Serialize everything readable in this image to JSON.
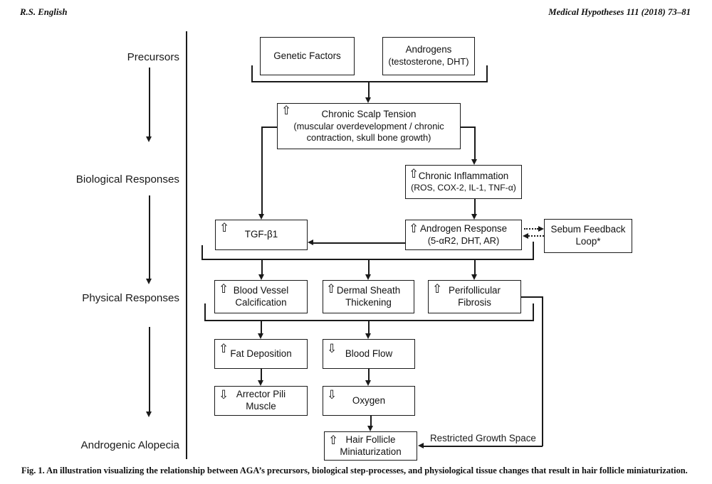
{
  "header": {
    "author": "R.S. English",
    "journal": "Medical Hypotheses 111 (2018) 73–81"
  },
  "icons": {
    "up_arrow": "⇧",
    "down_arrow": "⇩"
  },
  "stages": [
    {
      "label": "Precursors"
    },
    {
      "label": "Biological Responses"
    },
    {
      "label": "Physical Responses"
    },
    {
      "label": "Androgenic Alopecia"
    }
  ],
  "nodes": {
    "genetic_factors": {
      "lines": [
        "Genetic Factors"
      ]
    },
    "androgens": {
      "lines": [
        "Androgens",
        "(testosterone, DHT)"
      ]
    },
    "chronic_scalp_tension": {
      "arrow": "up",
      "lines": [
        "Chronic Scalp Tension",
        "(muscular overdevelopment / chronic",
        "contraction, skull bone growth)"
      ]
    },
    "chronic_inflammation": {
      "arrow": "up",
      "lines": [
        "Chronic Inflammation",
        "(ROS, COX-2, IL-1, TNF-α)"
      ]
    },
    "tgf_b1": {
      "arrow": "up",
      "lines": [
        "TGF-β1"
      ]
    },
    "androgen_response": {
      "arrow": "up",
      "lines": [
        "Androgen Response",
        "(5-αR2, DHT, AR)"
      ]
    },
    "sebum_feedback_loop": {
      "lines": [
        "Sebum Feedback",
        "Loop*"
      ]
    },
    "blood_vessel_calcification": {
      "arrow": "up",
      "lines": [
        "Blood Vessel",
        "Calcification"
      ]
    },
    "dermal_sheath_thickening": {
      "arrow": "up",
      "lines": [
        "Dermal Sheath",
        "Thickening"
      ]
    },
    "perifollicular_fibrosis": {
      "arrow": "up",
      "lines": [
        "Perifollicular",
        "Fibrosis"
      ]
    },
    "fat_deposition": {
      "arrow": "up",
      "lines": [
        "Fat Deposition"
      ]
    },
    "blood_flow": {
      "arrow": "down",
      "lines": [
        "Blood Flow"
      ]
    },
    "arrector_pili_muscle": {
      "arrow": "down",
      "lines": [
        "Arrector Pili",
        "Muscle"
      ]
    },
    "oxygen": {
      "arrow": "down",
      "lines": [
        "Oxygen"
      ]
    },
    "hair_follicle_miniaturization": {
      "arrow": "up",
      "lines": [
        "Hair Follicle",
        "Miniaturization"
      ]
    }
  },
  "annotations": {
    "restricted_growth_space": "Restricted Growth Space"
  },
  "caption": {
    "label": "Fig. 1.",
    "text": "An illustration visualizing the relationship between AGA’s precursors, biological step-processes, and physiological tissue changes that result in hair follicle miniaturization."
  }
}
